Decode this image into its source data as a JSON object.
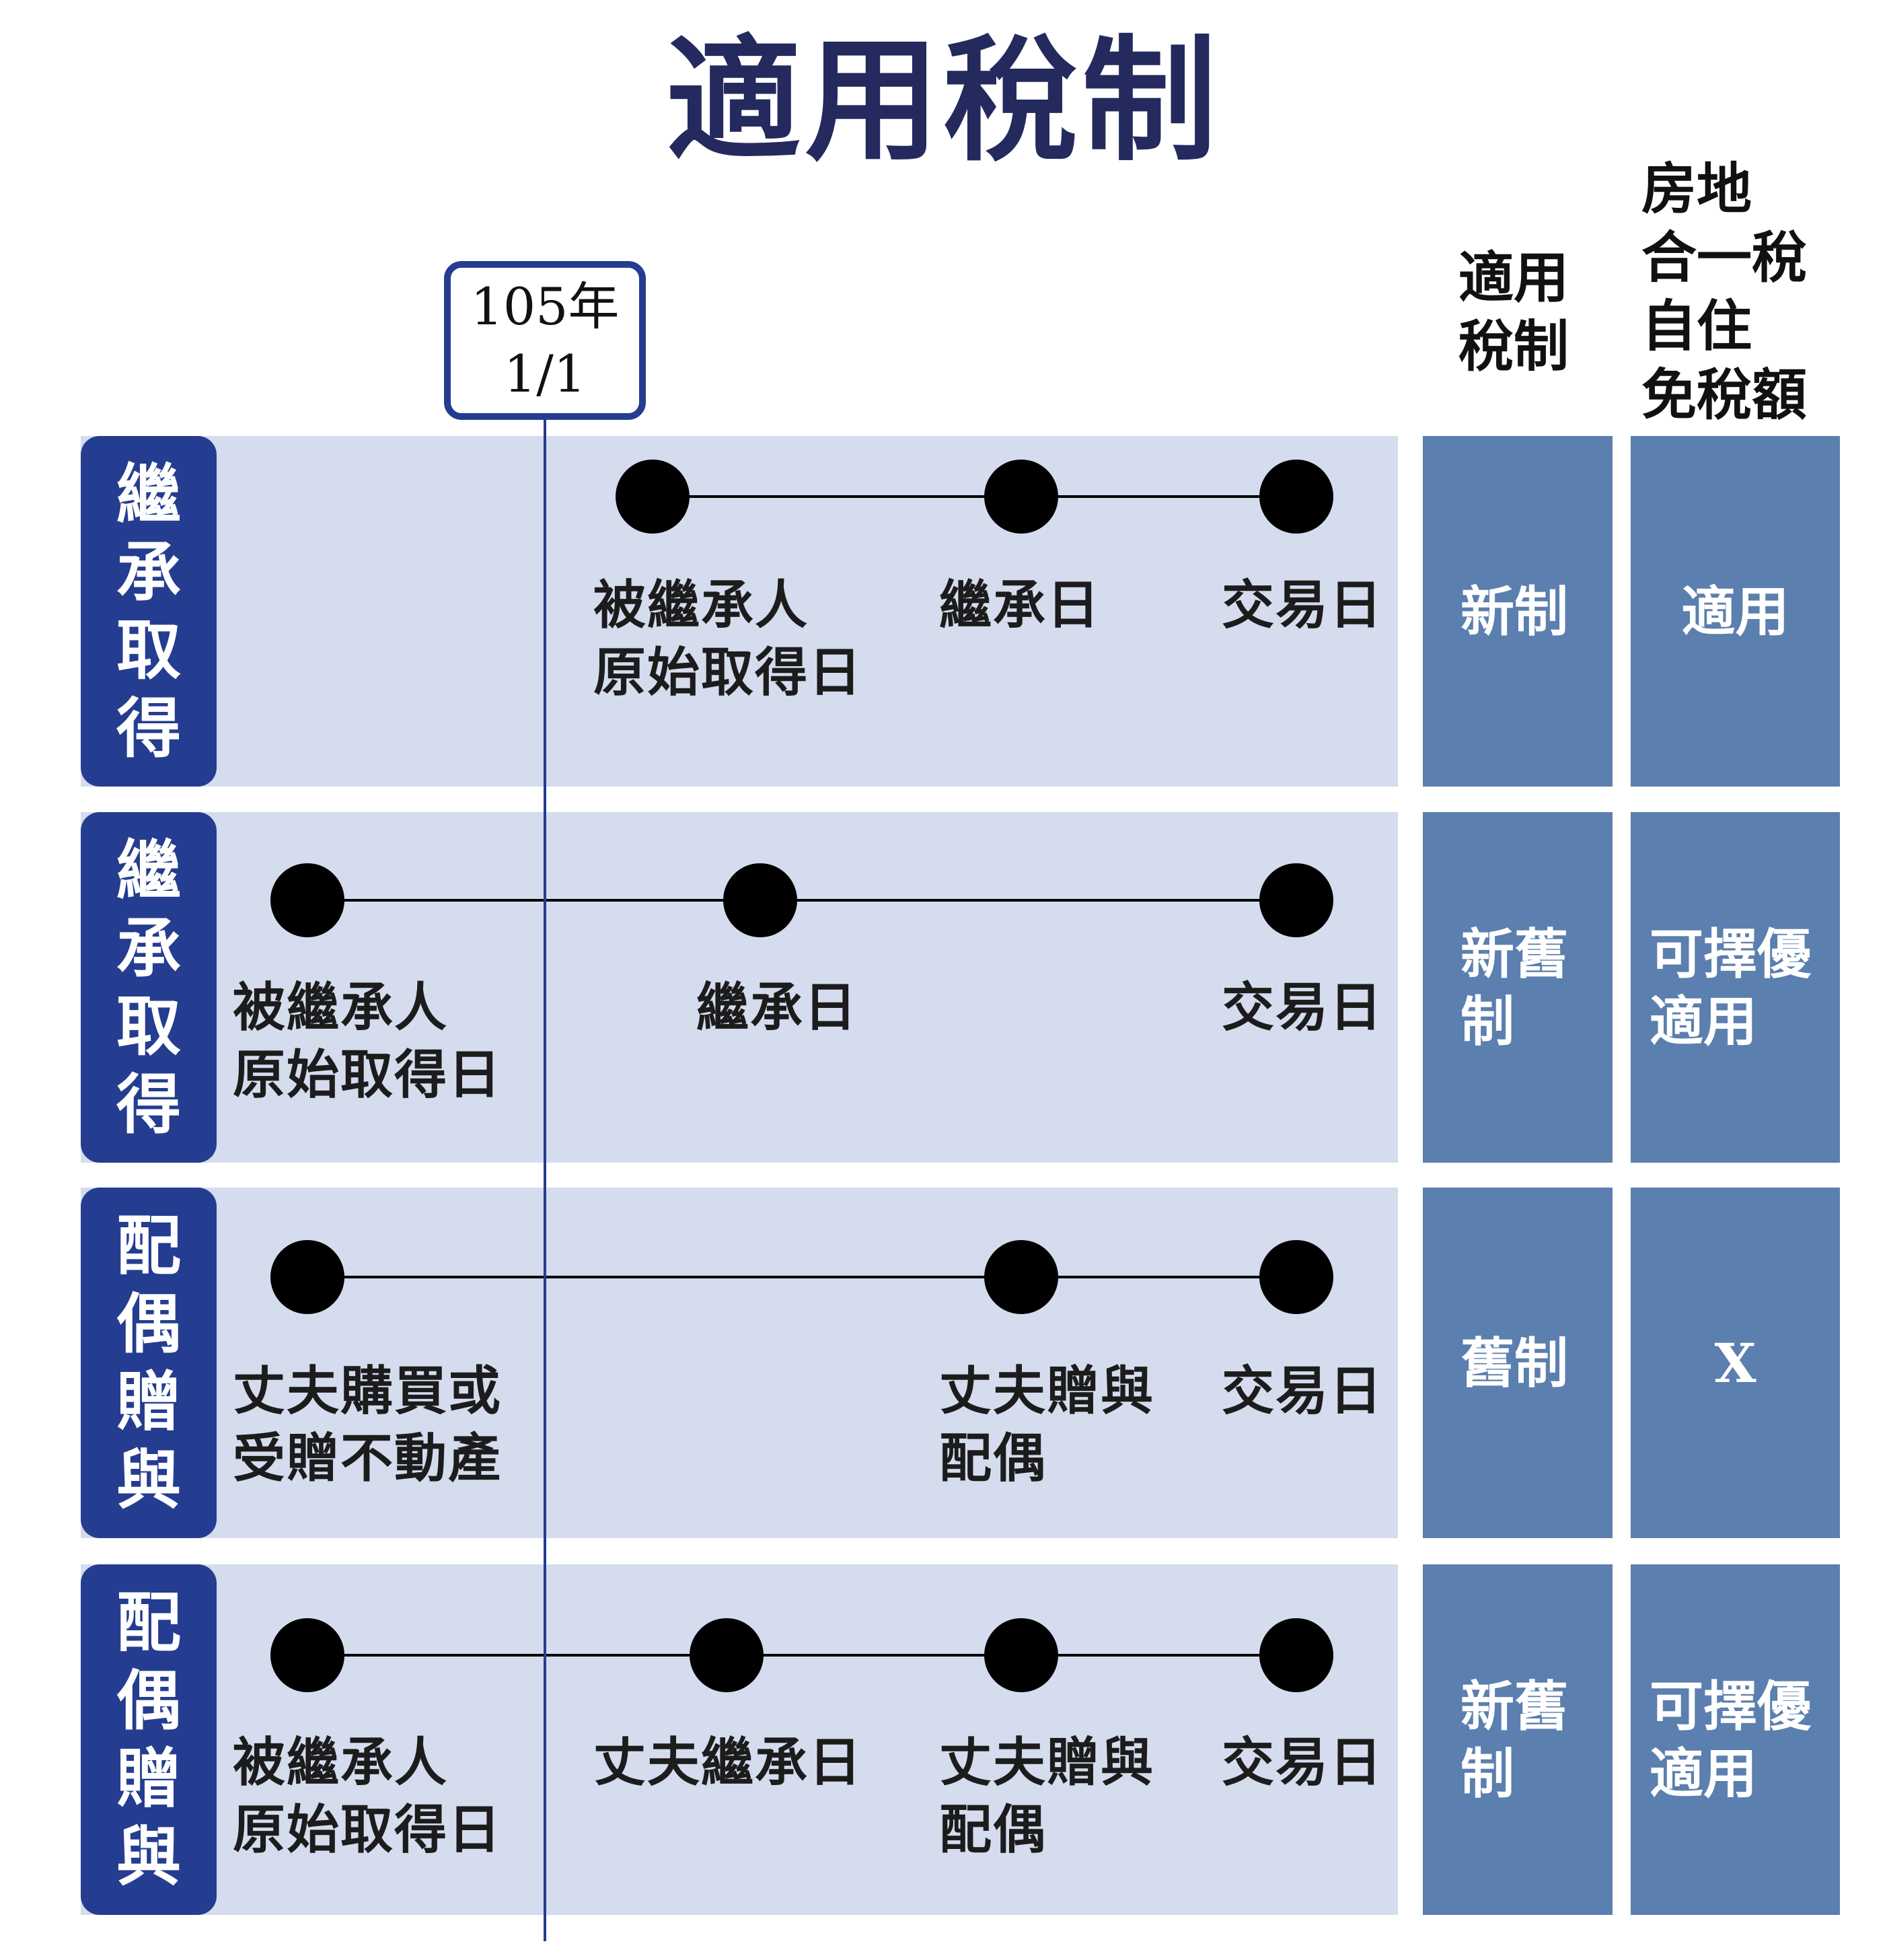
{
  "title": "適用稅制",
  "date_marker": {
    "line1": "105年",
    "line2": "1/1"
  },
  "headers": {
    "regime": "適用\n稅制",
    "exemption": "房地\n合一稅\n自住\n免稅額"
  },
  "rows": [
    {
      "label": "繼承取得",
      "events": [
        {
          "label": "被繼承人\n原始取得日"
        },
        {
          "label": "繼承日"
        },
        {
          "label": "交易日"
        }
      ],
      "regime": "新制",
      "exemption": "適用"
    },
    {
      "label": "繼承取得",
      "events": [
        {
          "label": "被繼承人\n原始取得日"
        },
        {
          "label": "繼承日"
        },
        {
          "label": "交易日"
        }
      ],
      "regime": "新舊制",
      "exemption": "可擇優適用"
    },
    {
      "label": "配偶贈與",
      "events": [
        {
          "label": "丈夫購買或\n受贈不動產"
        },
        {
          "label": "丈夫贈與\n配偶"
        },
        {
          "label": "交易日"
        }
      ],
      "regime": "舊制",
      "exemption": "X"
    },
    {
      "label": "配偶贈與",
      "events": [
        {
          "label": "被繼承人\n原始取得日"
        },
        {
          "label": "丈夫繼承日"
        },
        {
          "label": "丈夫贈與\n配偶"
        },
        {
          "label": "交易日"
        }
      ],
      "regime": "新舊制",
      "exemption": "可擇優適用"
    }
  ],
  "colors": {
    "title": "#24295e",
    "label_bg": "#253d90",
    "row_bg": "#d4dcee",
    "cell_bg": "#5b7fae",
    "marker": "#253d90"
  }
}
